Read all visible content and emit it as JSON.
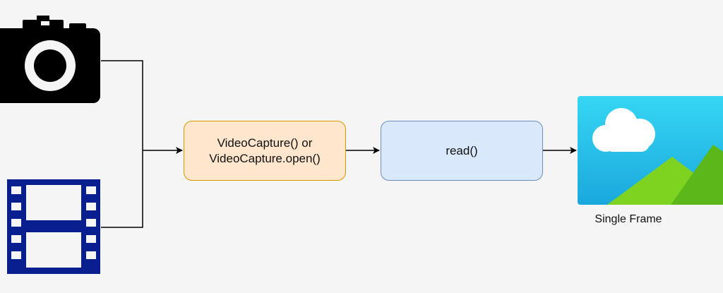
{
  "colors": {
    "background": "#f5f5f5",
    "connector": "#000000",
    "capture_fill": "#ffe6cc",
    "capture_border": "#d79b00",
    "read_fill": "#dae8fc",
    "read_border": "#6c8ebf",
    "camera": "#000000",
    "film_strip": "#0a1f8f",
    "sky": "#2fd4f2",
    "cloud": "#ffffff",
    "hill_light": "#7ed321",
    "hill_dark": "#5cb81a"
  },
  "icons": {
    "camera": "camera-icon",
    "film": "film-strip-icon",
    "image": "image-icon"
  },
  "nodes": {
    "capture": {
      "label": "VideoCapture() or\nVideoCapture.open()"
    },
    "read": {
      "label": "read()"
    }
  },
  "output": {
    "label": "Single Frame"
  }
}
